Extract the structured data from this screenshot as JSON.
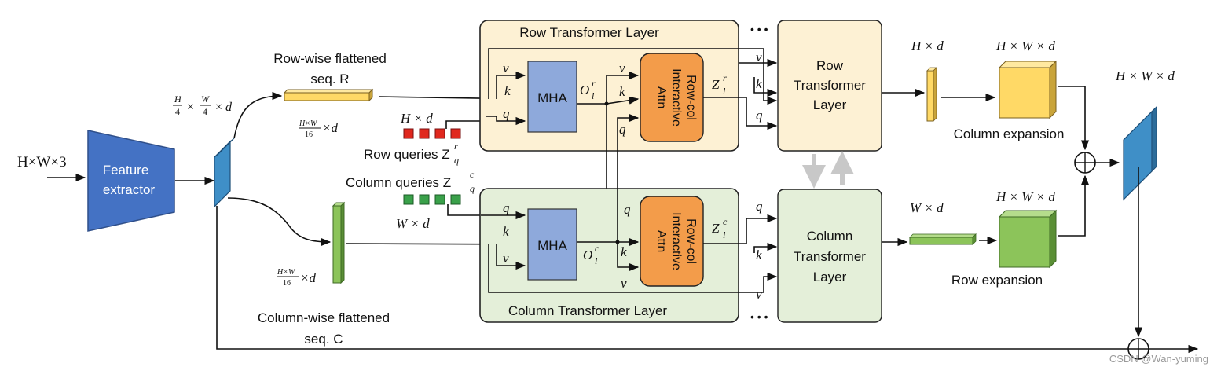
{
  "diagram": {
    "input": {
      "label": "H×W×3"
    },
    "feature_extractor": {
      "label_line1": "Feature",
      "label_line2": "extractor"
    },
    "feature_map_dim": {
      "text": "× × d",
      "frac1_num": "H",
      "frac1_den": "4",
      "frac2_num": "W",
      "frac2_den": "4"
    },
    "row_branch": {
      "title_line1": "Row-wise flattened",
      "title_line2": "seq. R",
      "dim_num": "H×W",
      "dim_den": "16",
      "dim_suffix": "×d",
      "queries_dim": "H × d",
      "queries_label": "Row queries Z",
      "queries_sub": "q",
      "queries_sup": "r"
    },
    "column_branch": {
      "title_line1": "Column-wise flattened",
      "title_line2": "seq. C",
      "dim_num": "H×W",
      "dim_den": "16",
      "dim_suffix": "×d",
      "queries_dim": "W × d",
      "queries_label": "Column queries Z",
      "queries_sub": "q",
      "queries_sup": "c"
    },
    "row_layer": {
      "title": "Row Transformer Layer",
      "mha": "MHA",
      "o_label": "O",
      "o_sub": "l",
      "o_sup": "r",
      "attn_line1": "Row-col",
      "attn_line2": "Interactive",
      "attn_line3": "Attn",
      "z_label": "Z",
      "z_sub": "l",
      "z_sup": "r"
    },
    "column_layer": {
      "title": "Column Transformer Layer",
      "mha": "MHA",
      "o_label": "O",
      "o_sub": "l",
      "o_sup": "c",
      "attn_line1": "Row-col",
      "attn_line2": "Interactive",
      "attn_line3": "Attn",
      "z_label": "Z",
      "z_sub": "l",
      "z_sup": "c"
    },
    "qkv": {
      "q": "q",
      "k": "k",
      "v": "v"
    },
    "ellipsis": "• • •",
    "row_tl_box": {
      "line1": "Row",
      "line2": "Transformer",
      "line3": "Layer"
    },
    "col_tl_box": {
      "line1": "Column",
      "line2": "Transformer",
      "line3": "Layer"
    },
    "row_out": {
      "dim": "H × d",
      "cube_dim": "H × W × d",
      "caption": "Column expansion"
    },
    "col_out": {
      "dim": "W × d",
      "cube_dim": "H × W × d",
      "caption": "Row expansion"
    },
    "final_out": {
      "dim": "H × W × d"
    },
    "plus_symbol": "+",
    "watermark": "CSDN @Wan-yuming"
  },
  "colors": {
    "feature_extractor": "#4472c4",
    "feature_map": "#3f8fc7",
    "row_seq": "#ffd966",
    "col_seq": "#8cc45a",
    "row_layer_bg": "#fdf1d4",
    "col_layer_bg": "#e4efd9",
    "mha": "#8ea9db",
    "attn": "#f39c4a",
    "query_row": "#e0281e",
    "query_col": "#3aa14a",
    "final_out": "#3f8fc7"
  }
}
